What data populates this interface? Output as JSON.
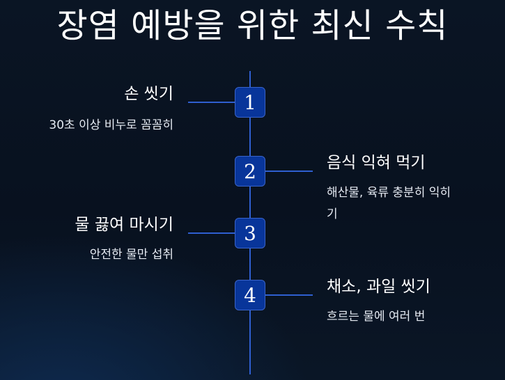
{
  "title": "장염 예방을 위한 최신 수칙",
  "steps": [
    {
      "number": "1",
      "title": "손 씻기",
      "description": "30초 이상 비누로 꼼꼼히"
    },
    {
      "number": "2",
      "title": "음식 익혀 먹기",
      "description": "해산물, 육류 충분히 익히기"
    },
    {
      "number": "3",
      "title": "물 끓여 마시기",
      "description": "안전한 물만 섭취"
    },
    {
      "number": "4",
      "title": "채소, 과일 씻기",
      "description": "흐르는 물에 여러 번"
    }
  ],
  "colors": {
    "background": "#08111f",
    "line": "#2f5fd0",
    "node_fill": "#08359a",
    "text": "#ffffff"
  }
}
